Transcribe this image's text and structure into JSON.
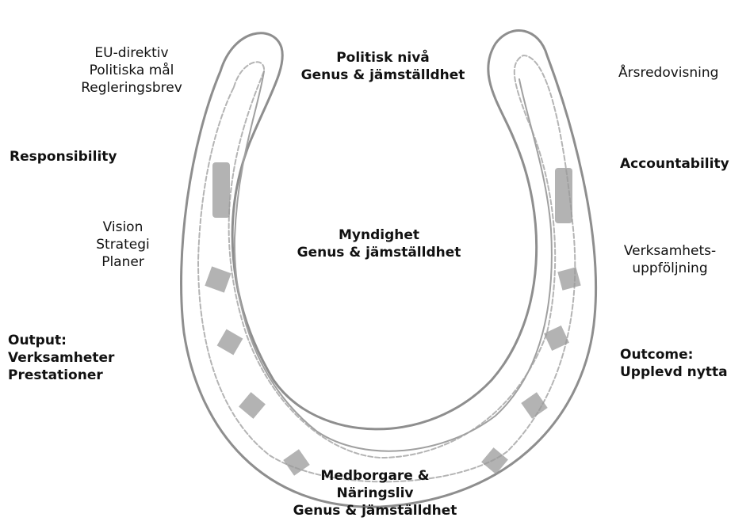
{
  "labels": {
    "eu_directives": [
      "EU-direktiv",
      "Politiska mål",
      "Regleringsbrev"
    ],
    "political_level": [
      "Politisk nivå",
      "Genus & jämställdhet"
    ],
    "annual_report": [
      "Årsredovisning"
    ],
    "responsibility": [
      "Responsibility"
    ],
    "accountability": [
      "Accountability"
    ],
    "vision": [
      "Vision",
      "Strategi",
      "Planer"
    ],
    "authority": [
      "Myndighet",
      "Genus & jämställdhet"
    ],
    "follow_up": [
      "Verksamhets-",
      "uppföljning"
    ],
    "output": [
      "Output:",
      "Verksamheter",
      "Prestationer"
    ],
    "outcome": [
      "Outcome:",
      "Upplevd nytta"
    ],
    "citizens": [
      "Medborgare &",
      "Näringsliv",
      "Genus & jämställdhet"
    ]
  },
  "colors": {
    "horseshoe_stroke": "#8e8e8e",
    "horseshoe_groove": "#b4b4b4",
    "nail_hole": "#9a9a9a",
    "text": "#111111"
  }
}
